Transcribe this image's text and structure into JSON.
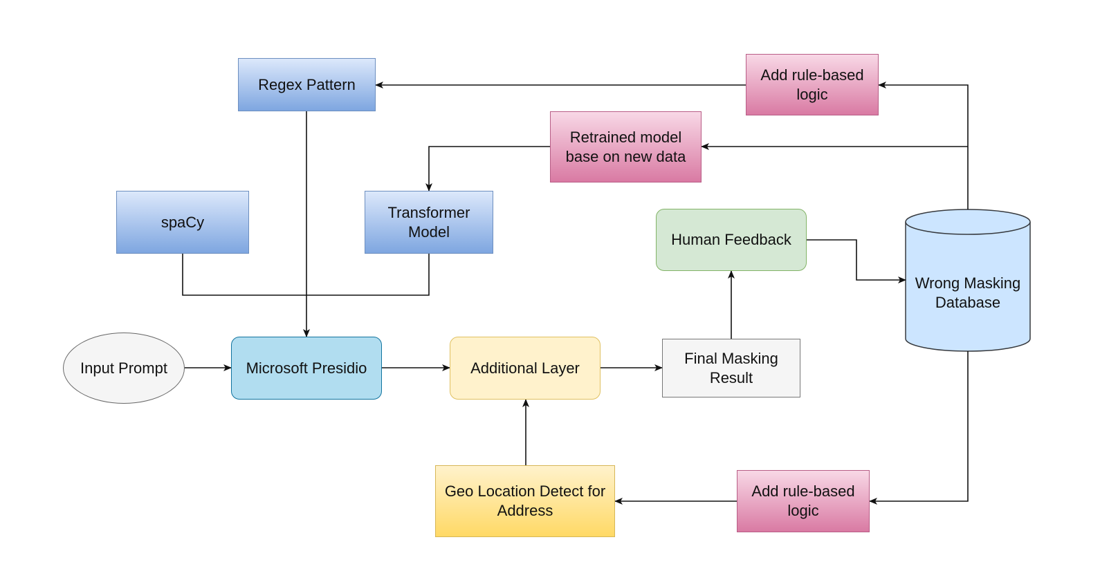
{
  "nodes": {
    "regex": "Regex Pattern",
    "rule_top": "Add rule-based logic",
    "retrained": "Retrained model base on new data",
    "spacy": "spaCy",
    "transformer": "Transformer Model",
    "human_feedback": "Human Feedback",
    "database": "Wrong Masking Database",
    "input_prompt": "Input Prompt",
    "presidio": "Microsoft Presidio",
    "additional_layer": "Additional Layer",
    "final_result": "Final Masking Result",
    "geo": "Geo Location Detect for Address",
    "rule_bottom": "Add rule-based logic"
  },
  "colors": {
    "line": "#111111",
    "model_blue": "#7ea6e0",
    "feedback_pink": "#d97aa3",
    "presidio_fill": "#b1ddf0",
    "layer_fill": "#fff2cc",
    "feedback_fill": "#d5e8d4",
    "db_fill": "#cce5ff",
    "geo_fill": "#ffd966"
  }
}
